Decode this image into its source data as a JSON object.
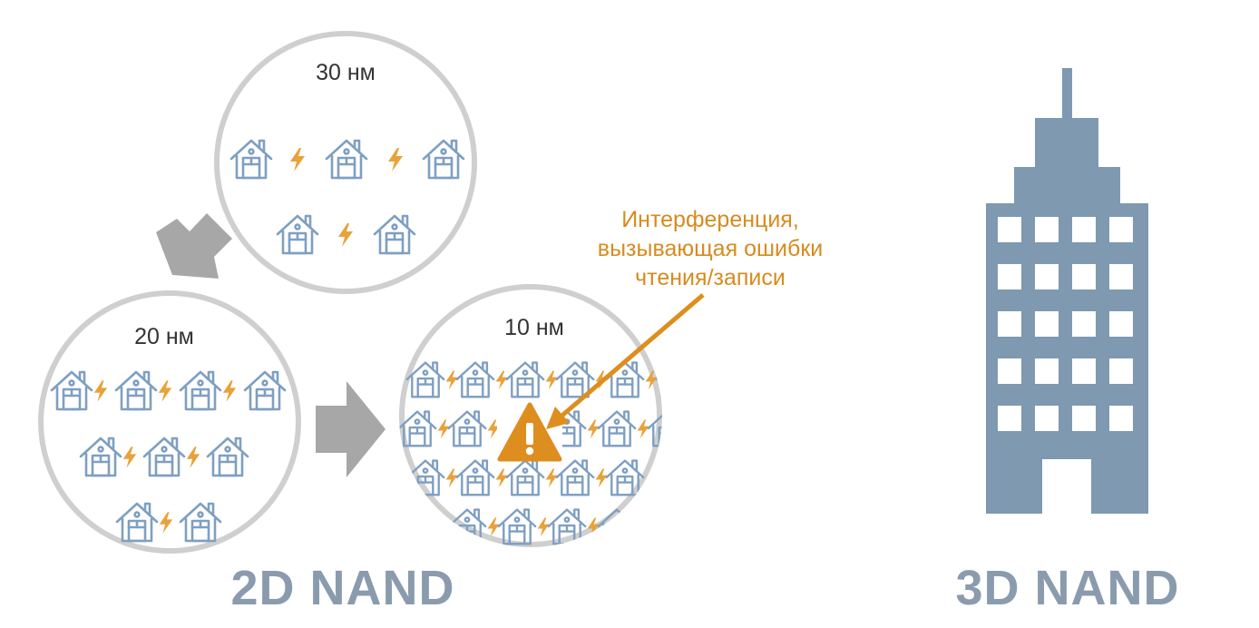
{
  "scales": {
    "nm30": "30 нм",
    "nm20": "20 нм",
    "nm10": "10 нм"
  },
  "annotation": {
    "line1": "Интерференция,",
    "line2": "вызывающая ошибки",
    "line3": "чтения/записи"
  },
  "titles": {
    "left": "2D NAND",
    "right": "3D NAND"
  },
  "colors": {
    "house": "#7f9fc2",
    "bolt": "#e8a23a",
    "warning": "#de8e1e",
    "circle_border": "#cfcfcf",
    "arrow_gray": "#a7a7a7",
    "building": "#7e99b0",
    "title": "#8a9bad"
  },
  "icons": {
    "cell": "house-icon",
    "interference": "lightning-bolt-icon",
    "error": "warning-icon",
    "stack": "skyscraper-icon"
  }
}
